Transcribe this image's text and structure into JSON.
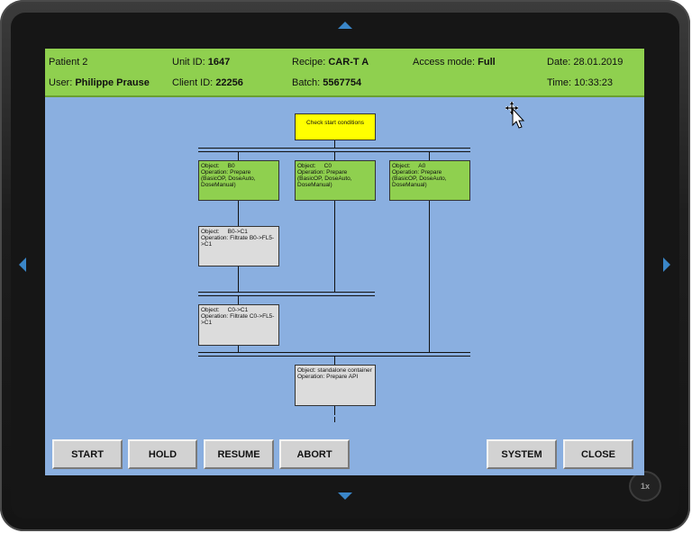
{
  "header": {
    "patient": "Patient 2",
    "user_label": "User:",
    "user_name": "Philippe Prause",
    "unit_label": "Unit ID:",
    "unit_value": "1647",
    "client_label": "Client ID:",
    "client_value": "22256",
    "recipe_label": "Recipe:",
    "recipe_value": "CAR-T A",
    "batch_label": "Batch:",
    "batch_value": "5567754",
    "access_label": "Access mode:",
    "access_value": "Full",
    "date_label": "Date:",
    "date_value": "28.01.2019",
    "time_label": "Time:",
    "time_value": "10:33:23"
  },
  "flow": {
    "start": "Check start conditions",
    "b0": "Object:     B0\nOperation: Prepare (BasicOP, DoseAuto, DoseManual)",
    "c0": "Object:     C0\nOperation: Prepare (BasicOP, DoseAuto, DoseManual)",
    "a0": "Object:     A0\nOperation: Prepare (BasicOP, DoseAuto, DoseManual)",
    "b0c1": "Object:     B0->C1\nOperation: Filtrate B0->FL5->C1",
    "c0c1": "Object:     C0->C1\nOperation: Filtrate C0->FL5->C1",
    "standalone": "Object: standalone container\nOperation: Prepare API"
  },
  "buttons": {
    "start": "START",
    "hold": "HOLD",
    "resume": "RESUME",
    "abort": "ABORT",
    "system": "SYSTEM",
    "close": "CLOSE"
  },
  "zoom": "1x",
  "colors": {
    "header": "#8fd04f",
    "canvas": "#8aafe0",
    "node_start": "#ffff00",
    "node_prepare": "#8fd04f",
    "node_transfer": "#dcdcdc",
    "nav_arrow": "#3a86c8"
  }
}
